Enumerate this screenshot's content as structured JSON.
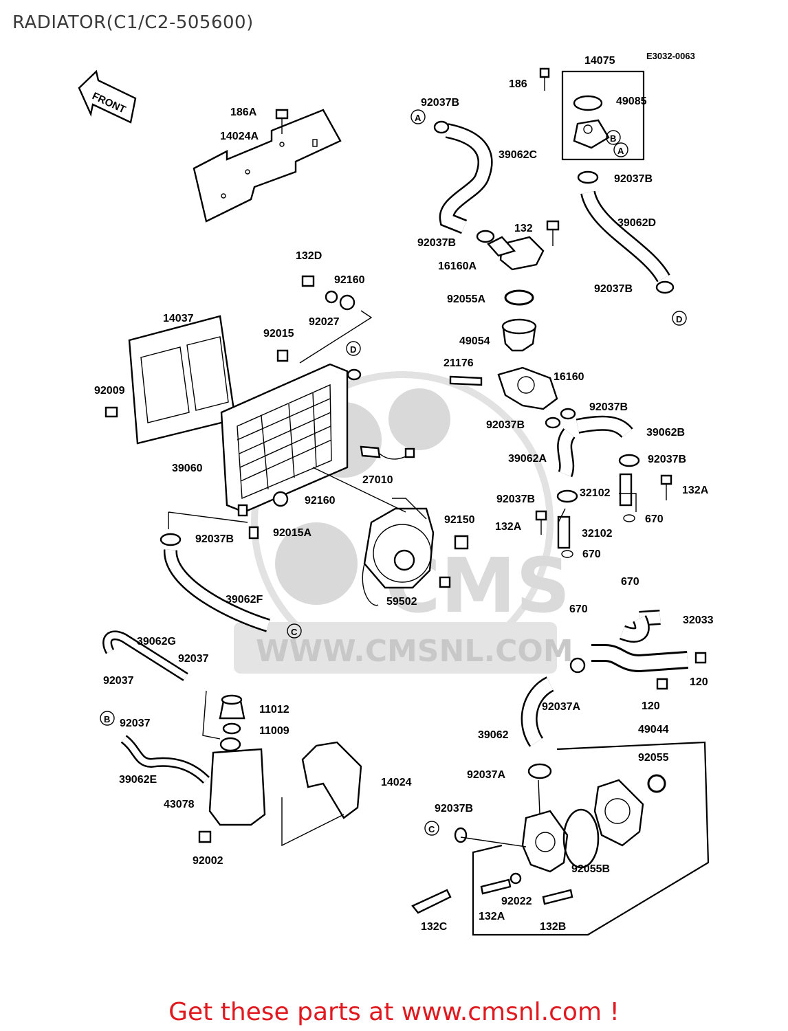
{
  "page": {
    "title": "RADIATOR(C1/C2-505600)",
    "banner": "Get these parts at www.cmsnl.com !"
  },
  "diagram": {
    "ref_code": "E3032-0063",
    "front_arrow": "FRONT",
    "watermark": {
      "logo": "CMS",
      "url": "WWW.CMSNL.COM"
    },
    "connector_letters": [
      "A",
      "B",
      "C",
      "D"
    ],
    "part_labels": [
      "186A",
      "14024A",
      "14075",
      "186",
      "49085",
      "92037B",
      "39062C",
      "92037B",
      "39062D",
      "132",
      "92037B",
      "16160A",
      "92037B",
      "132D",
      "92160",
      "92027",
      "92055A",
      "14037",
      "92015",
      "49054",
      "21176",
      "16160",
      "92009",
      "92037B",
      "92037B",
      "39062B",
      "39060",
      "39062A",
      "92037B",
      "27010",
      "92160",
      "92037B",
      "32102",
      "132A",
      "670",
      "92150",
      "132A",
      "32102",
      "92037B",
      "92015A",
      "670",
      "59502",
      "670",
      "39062F",
      "670",
      "32033",
      "39062G",
      "92037",
      "92037",
      "120",
      "11012",
      "120",
      "11009",
      "92037A",
      "92037",
      "39062",
      "49044",
      "92055",
      "39062E",
      "14024",
      "92037A",
      "43078",
      "92037B",
      "92055B",
      "92002",
      "92022",
      "132C",
      "132A",
      "132B"
    ]
  }
}
